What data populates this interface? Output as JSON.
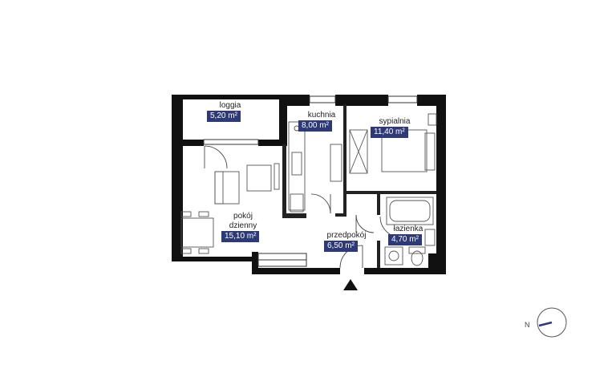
{
  "rooms": {
    "loggia": {
      "name": "loggia",
      "area": "5,20 m²"
    },
    "kuchnia": {
      "name": "kuchnia",
      "area": "8,00 m²"
    },
    "sypialnia": {
      "name": "sypialnia",
      "area": "11,40 m²"
    },
    "pokoj": {
      "name_line1": "pokój",
      "name_line2": "dzienny",
      "area": "15,10 m²"
    },
    "przedpokoj": {
      "name": "przedpokój",
      "area": "6,50 m²"
    },
    "lazienka": {
      "name": "łazienka",
      "area": "4,70 m²"
    }
  },
  "compass": {
    "letter": "N"
  },
  "colors": {
    "wall": "#111111",
    "badge": "#2e3a78",
    "fixture": "#555555",
    "needle": "#2e3a78"
  }
}
